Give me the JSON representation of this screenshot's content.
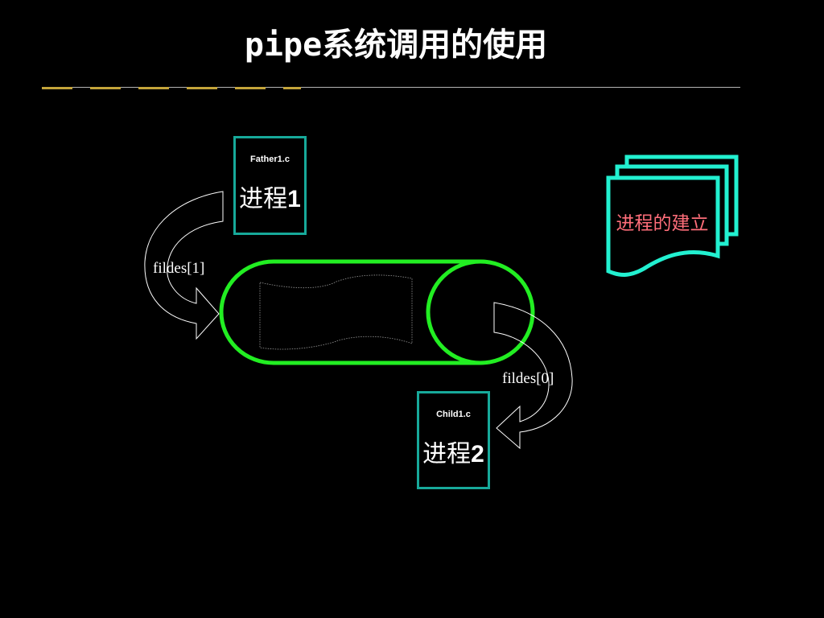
{
  "title": "pipe系统调用的使用",
  "process1": {
    "file": "Father1.c",
    "name": "进程",
    "num": "1"
  },
  "process2": {
    "file": "Child1.c",
    "name": "进程",
    "num": "2"
  },
  "write_end_label": "fildes[1]",
  "read_end_label": "fildes[0]",
  "doc_label": "进程的建立",
  "colors": {
    "background": "#000000",
    "pipe": "#22ee22",
    "process_box": "#17a99a",
    "document": "#22f0d0",
    "doc_text": "#ff6e7a",
    "title_rule": "#b5b5b5",
    "title_accent": "#c4a43a"
  }
}
